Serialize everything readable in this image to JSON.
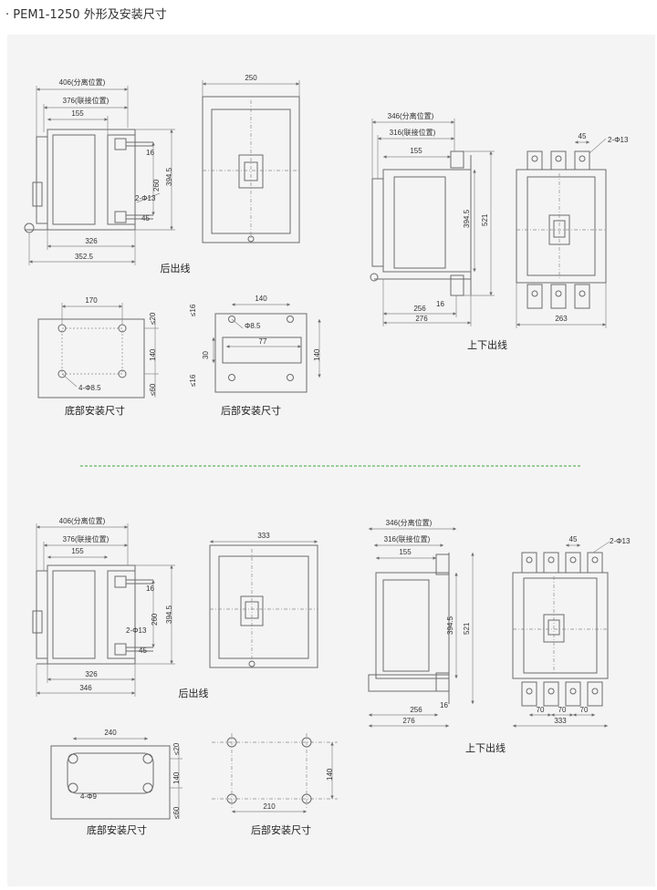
{
  "title": "· PEM1-1250 外形及安装尺寸",
  "colors": {
    "line": "#6b6b6b",
    "panel": "#f4f4f4",
    "separator": "#3aa63a"
  },
  "top": {
    "side": {
      "d406": "406(分离位置)",
      "d376": "376(联接位置)",
      "d155": "155",
      "d16": "16",
      "d260": "260",
      "d3945": "394.5",
      "hole": "2-Φ13",
      "d45": "45",
      "d326": "326",
      "d3525": "352.5"
    },
    "rear_front": {
      "d250": "250",
      "caption": "后出线"
    },
    "side2": {
      "d346": "346(分离位置)",
      "d316": "316(联接位置)",
      "d155": "155",
      "d3945": "394.5",
      "d521": "521",
      "d16": "16",
      "d256": "256",
      "d276": "276"
    },
    "updown_front": {
      "d45": "45",
      "hole": "2-Φ13",
      "d263": "263",
      "caption": "上下出线"
    },
    "bottom_mount": {
      "d170": "170",
      "d20": "≤20",
      "d140": "140",
      "d60": "≤60",
      "hole": "4-Φ8.5",
      "caption": "底部安装尺寸"
    },
    "rear_mount": {
      "d16a": "≤16",
      "d140": "140",
      "hole": "Φ8.5",
      "d30": "30",
      "d77": "77",
      "d140v": "140",
      "d16b": "≤16",
      "caption": "后部安装尺寸"
    }
  },
  "bottom": {
    "side": {
      "d406": "406(分离位置)",
      "d376": "376(联接位置)",
      "d155": "155",
      "d16": "16",
      "d260": "260",
      "d3945": "394.5",
      "hole": "2-Φ13",
      "d45": "45",
      "d326": "326",
      "d346": "346"
    },
    "rear_front": {
      "d333": "333",
      "caption": "后出线"
    },
    "side2": {
      "d346": "346(分离位置)",
      "d316": "316(联接位置)",
      "d155": "155",
      "d3945": "394.5",
      "d521": "521",
      "d16": "16",
      "d256": "256",
      "d276": "276"
    },
    "updown_front": {
      "d45": "45",
      "hole": "2-Φ13",
      "d70a": "70",
      "d70b": "70",
      "d70c": "70",
      "d333": "333",
      "caption": "上下出线"
    },
    "bottom_mount": {
      "d240": "240",
      "d20": "≤20",
      "d140": "140",
      "d60": "≤60",
      "hole": "4-Φ9",
      "caption": "底部安装尺寸"
    },
    "rear_mount": {
      "d140": "140",
      "d210": "210",
      "caption": "后部安装尺寸"
    }
  }
}
